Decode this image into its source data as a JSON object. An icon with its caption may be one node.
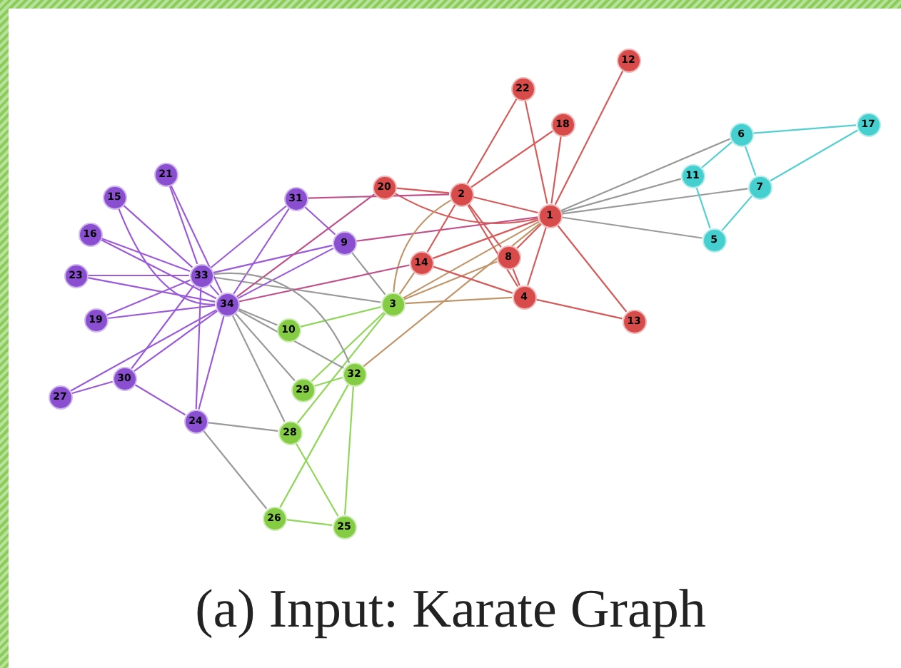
{
  "diagram": {
    "caption": "(a) Input: Karate Graph",
    "nodes": [
      {
        "text": [
          "1"
        ]
      },
      {
        "text": [
          "2"
        ]
      },
      {
        "text": [
          "3"
        ]
      },
      {
        "text": [
          "4"
        ]
      },
      {
        "text": [
          "5"
        ]
      },
      {
        "text": [
          "6"
        ]
      },
      {
        "text": [
          "7"
        ]
      },
      {
        "text": [
          "8"
        ]
      },
      {
        "text": [
          "9"
        ]
      },
      {
        "text": [
          "10"
        ]
      },
      {
        "text": [
          "11"
        ]
      },
      {
        "text": [
          "12"
        ]
      },
      {
        "text": [
          "13"
        ]
      },
      {
        "text": [
          "14"
        ]
      },
      {
        "text": [
          "15"
        ]
      },
      {
        "text": [
          "16"
        ]
      },
      {
        "text": [
          "17"
        ]
      },
      {
        "text": [
          "18"
        ]
      },
      {
        "text": [
          "19"
        ]
      },
      {
        "text": [
          "20"
        ]
      },
      {
        "text": [
          "21"
        ]
      },
      {
        "text": [
          "22"
        ]
      },
      {
        "text": [
          "23"
        ]
      },
      {
        "text": [
          "24"
        ]
      },
      {
        "text": [
          "25"
        ]
      },
      {
        "text": [
          "26"
        ]
      },
      {
        "text": [
          "27"
        ]
      },
      {
        "text": [
          "28"
        ]
      },
      {
        "text": [
          "29"
        ]
      },
      {
        "text": [
          "30"
        ]
      },
      {
        "text": [
          "31"
        ]
      },
      {
        "text": [
          "32"
        ]
      },
      {
        "text": [
          "33"
        ]
      },
      {
        "text": [
          "34"
        ]
      }
    ],
    "edges": [
      {
        "from": 0,
        "to": 1,
        "arrow": "none",
        "color": "#d65a5a"
      },
      {
        "from": 0,
        "to": 2,
        "arrow": "none",
        "color": "#c0956a"
      },
      {
        "from": 0,
        "to": 3,
        "arrow": "none",
        "color": "#d65a5a"
      },
      {
        "from": 0,
        "to": 4,
        "arrow": "none",
        "color": "#9a9a9a"
      },
      {
        "from": 0,
        "to": 5,
        "arrow": "none",
        "color": "#9a9a9a"
      },
      {
        "from": 0,
        "to": 6,
        "arrow": "none",
        "color": "#9a9a9a"
      },
      {
        "from": 0,
        "to": 7,
        "arrow": "none",
        "color": "#d65a5a"
      },
      {
        "from": 0,
        "to": 8,
        "arrow": "none",
        "color": "#c0508a"
      },
      {
        "from": 0,
        "to": 10,
        "arrow": "none",
        "color": "#9a9a9a"
      },
      {
        "from": 0,
        "to": 11,
        "arrow": "none",
        "color": "#d65a5a"
      },
      {
        "from": 0,
        "to": 12,
        "arrow": "none",
        "color": "#d65a5a"
      },
      {
        "from": 0,
        "to": 13,
        "arrow": "none",
        "color": "#d65a5a"
      },
      {
        "from": 0,
        "to": 17,
        "arrow": "none",
        "color": "#d65a5a"
      },
      {
        "from": 0,
        "to": 19,
        "arrow": "none",
        "color": "#d65a5a"
      },
      {
        "from": 0,
        "to": 21,
        "arrow": "none",
        "color": "#d65a5a"
      },
      {
        "from": 0,
        "to": 31,
        "arrow": "none",
        "color": "#c0956a"
      },
      {
        "from": 1,
        "to": 2,
        "arrow": "none",
        "color": "#c0956a"
      },
      {
        "from": 1,
        "to": 3,
        "arrow": "none",
        "color": "#d65a5a"
      },
      {
        "from": 1,
        "to": 7,
        "arrow": "none",
        "color": "#d65a5a"
      },
      {
        "from": 1,
        "to": 13,
        "arrow": "none",
        "color": "#d65a5a"
      },
      {
        "from": 1,
        "to": 17,
        "arrow": "none",
        "color": "#d65a5a"
      },
      {
        "from": 1,
        "to": 19,
        "arrow": "none",
        "color": "#d65a5a"
      },
      {
        "from": 1,
        "to": 21,
        "arrow": "none",
        "color": "#d65a5a"
      },
      {
        "from": 1,
        "to": 30,
        "arrow": "none",
        "color": "#c0508a"
      },
      {
        "from": 2,
        "to": 3,
        "arrow": "none",
        "color": "#c0956a"
      },
      {
        "from": 2,
        "to": 7,
        "arrow": "none",
        "color": "#c0956a"
      },
      {
        "from": 2,
        "to": 8,
        "arrow": "none",
        "color": "#9a9a9a"
      },
      {
        "from": 2,
        "to": 9,
        "arrow": "none",
        "color": "#8fd65a"
      },
      {
        "from": 2,
        "to": 13,
        "arrow": "none",
        "color": "#c0956a"
      },
      {
        "from": 2,
        "to": 27,
        "arrow": "none",
        "color": "#8fd65a"
      },
      {
        "from": 2,
        "to": 28,
        "arrow": "none",
        "color": "#8fd65a"
      },
      {
        "from": 2,
        "to": 32,
        "arrow": "none",
        "color": "#9a9a9a"
      },
      {
        "from": 3,
        "to": 7,
        "arrow": "none",
        "color": "#d65a5a"
      },
      {
        "from": 3,
        "to": 12,
        "arrow": "none",
        "color": "#d65a5a"
      },
      {
        "from": 3,
        "to": 13,
        "arrow": "none",
        "color": "#d65a5a"
      },
      {
        "from": 4,
        "to": 6,
        "arrow": "none",
        "color": "#55d0d0"
      },
      {
        "from": 4,
        "to": 10,
        "arrow": "none",
        "color": "#55d0d0"
      },
      {
        "from": 5,
        "to": 6,
        "arrow": "none",
        "color": "#55d0d0"
      },
      {
        "from": 5,
        "to": 10,
        "arrow": "none",
        "color": "#55d0d0"
      },
      {
        "from": 5,
        "to": 16,
        "arrow": "none",
        "color": "#55d0d0"
      },
      {
        "from": 6,
        "to": 16,
        "arrow": "none",
        "color": "#55d0d0"
      },
      {
        "from": 8,
        "to": 30,
        "arrow": "none"
      },
      {
        "from": 8,
        "to": 32,
        "arrow": "none"
      },
      {
        "from": 8,
        "to": 33,
        "arrow": "none"
      },
      {
        "from": 9,
        "to": 33,
        "arrow": "none",
        "color": "#9a9a9a"
      },
      {
        "from": 13,
        "to": 33,
        "arrow": "none",
        "color": "#c0508a"
      },
      {
        "from": 14,
        "to": 32,
        "arrow": "none"
      },
      {
        "from": 14,
        "to": 33,
        "arrow": "none"
      },
      {
        "from": 15,
        "to": 32,
        "arrow": "none"
      },
      {
        "from": 15,
        "to": 33,
        "arrow": "none"
      },
      {
        "from": 18,
        "to": 32,
        "arrow": "none"
      },
      {
        "from": 18,
        "to": 33,
        "arrow": "none"
      },
      {
        "from": 19,
        "to": 33,
        "arrow": "none",
        "color": "#c0508a"
      },
      {
        "from": 20,
        "to": 32,
        "arrow": "none"
      },
      {
        "from": 20,
        "to": 33,
        "arrow": "none"
      },
      {
        "from": 22,
        "to": 32,
        "arrow": "none"
      },
      {
        "from": 22,
        "to": 33,
        "arrow": "none"
      },
      {
        "from": 23,
        "to": 25,
        "arrow": "none",
        "color": "#9a9a9a"
      },
      {
        "from": 23,
        "to": 27,
        "arrow": "none",
        "color": "#9a9a9a"
      },
      {
        "from": 23,
        "to": 29,
        "arrow": "none"
      },
      {
        "from": 23,
        "to": 32,
        "arrow": "none"
      },
      {
        "from": 23,
        "to": 33,
        "arrow": "none"
      },
      {
        "from": 24,
        "to": 25,
        "arrow": "none",
        "color": "#8fd65a"
      },
      {
        "from": 24,
        "to": 27,
        "arrow": "none",
        "color": "#8fd65a"
      },
      {
        "from": 24,
        "to": 31,
        "arrow": "none",
        "color": "#8fd65a"
      },
      {
        "from": 25,
        "to": 31,
        "arrow": "none",
        "color": "#8fd65a"
      },
      {
        "from": 26,
        "to": 29,
        "arrow": "none"
      },
      {
        "from": 26,
        "to": 33,
        "arrow": "none"
      },
      {
        "from": 27,
        "to": 33,
        "arrow": "none",
        "color": "#9a9a9a"
      },
      {
        "from": 28,
        "to": 31,
        "arrow": "none",
        "color": "#8fd65a"
      },
      {
        "from": 28,
        "to": 33,
        "arrow": "none",
        "color": "#9a9a9a"
      },
      {
        "from": 29,
        "to": 32,
        "arrow": "none"
      },
      {
        "from": 29,
        "to": 33,
        "arrow": "none"
      },
      {
        "from": 30,
        "to": 32,
        "arrow": "none"
      },
      {
        "from": 30,
        "to": 33,
        "arrow": "none"
      },
      {
        "from": 31,
        "to": 32,
        "arrow": "none",
        "color": "#9a9a9a"
      },
      {
        "from": 31,
        "to": 33,
        "arrow": "none",
        "color": "#9a9a9a"
      },
      {
        "from": 32,
        "to": 33,
        "arrow": "none"
      }
    ]
  }
}
